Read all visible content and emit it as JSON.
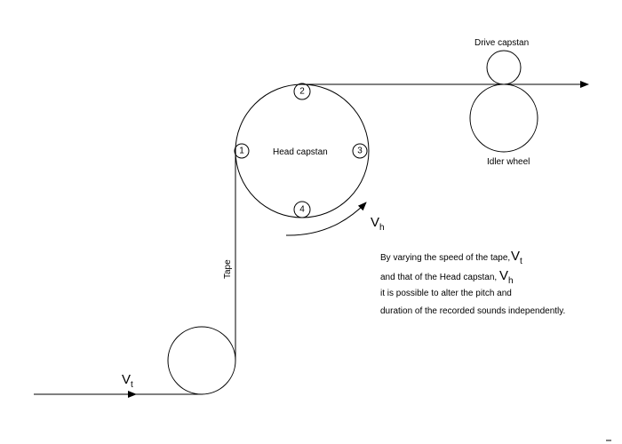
{
  "labels": {
    "drive_capstan": "Drive capstan",
    "idler_wheel": "Idler wheel",
    "head_capstan": "Head capstan",
    "tape": "Tape"
  },
  "heads": [
    "1",
    "2",
    "3",
    "4"
  ],
  "velocity_tape": {
    "symbol": "V",
    "subscript": "t"
  },
  "velocity_head": {
    "symbol": "V",
    "subscript": "h"
  },
  "description": {
    "line1": "By varying the speed of the tape,",
    "line2": "and that of the Head capstan,",
    "line3": "it is possible to alter the pitch and",
    "line4": "duration of the recorded sounds independently."
  }
}
